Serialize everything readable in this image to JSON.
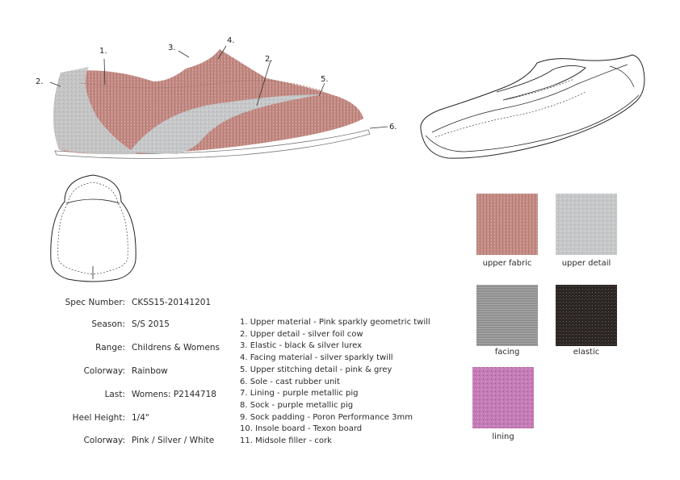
{
  "callouts": [
    "1.",
    "2.",
    "3.",
    "4.",
    "2.",
    "5.",
    "6."
  ],
  "spec": [
    {
      "label": "Spec Number:",
      "value": "CKSS15-20141201"
    },
    {
      "label": "Season:",
      "value": "S/S 2015"
    },
    {
      "label": "Range:",
      "value": "Childrens & Womens"
    },
    {
      "label": "Colorway:",
      "value": "Rainbow"
    },
    {
      "label": "Last:",
      "value": "Womens: P2144718"
    },
    {
      "label": "Heel Height:",
      "value": "1/4\""
    },
    {
      "label": "Colorway:",
      "value": "Pink / Silver / White"
    }
  ],
  "materials": [
    "1. Upper material - Pink sparkly geometric twill",
    "2. Upper detail - silver foil cow",
    "3. Elastic - black & silver lurex",
    "4. Facing material - silver sparkly twill",
    "5. Upper stitching detail - pink & grey",
    "6. Sole - cast rubber unit",
    "7. Lining - purple metallic pig",
    "8. Sock - purple metallic pig",
    "9. Sock padding - Poron Performance 3mm",
    "10. Insole board - Texon board",
    "11. Midsole filler - cork"
  ],
  "swatches": [
    {
      "label": "upper fabric",
      "color": "#c48d86"
    },
    {
      "label": "upper detail",
      "color": "#c9cbcc"
    },
    {
      "label": "facing",
      "color": "#8f8f8f"
    },
    {
      "label": "elastic",
      "color": "#2a2422"
    },
    {
      "label": "lining",
      "color": "#c57cb6"
    }
  ]
}
